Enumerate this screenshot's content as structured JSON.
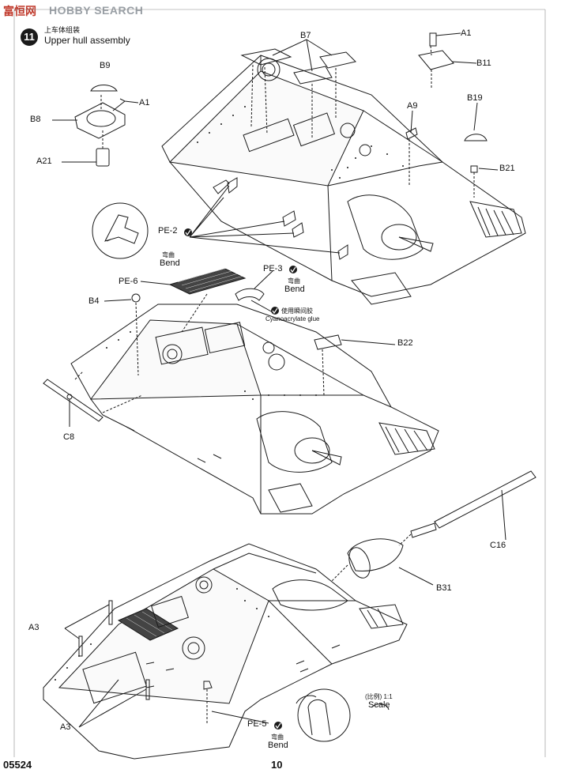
{
  "watermark": {
    "cn": "富恒网",
    "en": "HOBBY SEARCH"
  },
  "step": {
    "number": "11",
    "title_cn": "上车体组装",
    "title_en": "Upper hull assembly"
  },
  "parts": {
    "A1_top": "A1",
    "B11": "B11",
    "B7": "B7",
    "B9": "B9",
    "A1_left": "A1",
    "B8": "B8",
    "A21": "A21",
    "A9": "A9",
    "B19": "B19",
    "B21": "B21",
    "PE2": "PE-2",
    "PE6": "PE-6",
    "PE3": "PE-3",
    "B4": "B4",
    "B22": "B22",
    "C8": "C8",
    "C16": "C16",
    "B31": "B31",
    "A3_top": "A3",
    "A3_bottom": "A3",
    "PE5": "PE-5"
  },
  "instructions": {
    "bend_cn_1": "弯曲",
    "bend_en_1": "Bend",
    "bend_cn_2": "弯曲",
    "bend_en_2": "Bend",
    "bend_cn_3": "弯曲",
    "bend_en_3": "Bend",
    "glue_cn": "使用瞬间胶",
    "glue_en": "Cyanoacrylate glue",
    "scale_cn": "(比例) 1:1",
    "scale_en": "Scale"
  },
  "footer": {
    "code": "05524",
    "page": "10"
  }
}
